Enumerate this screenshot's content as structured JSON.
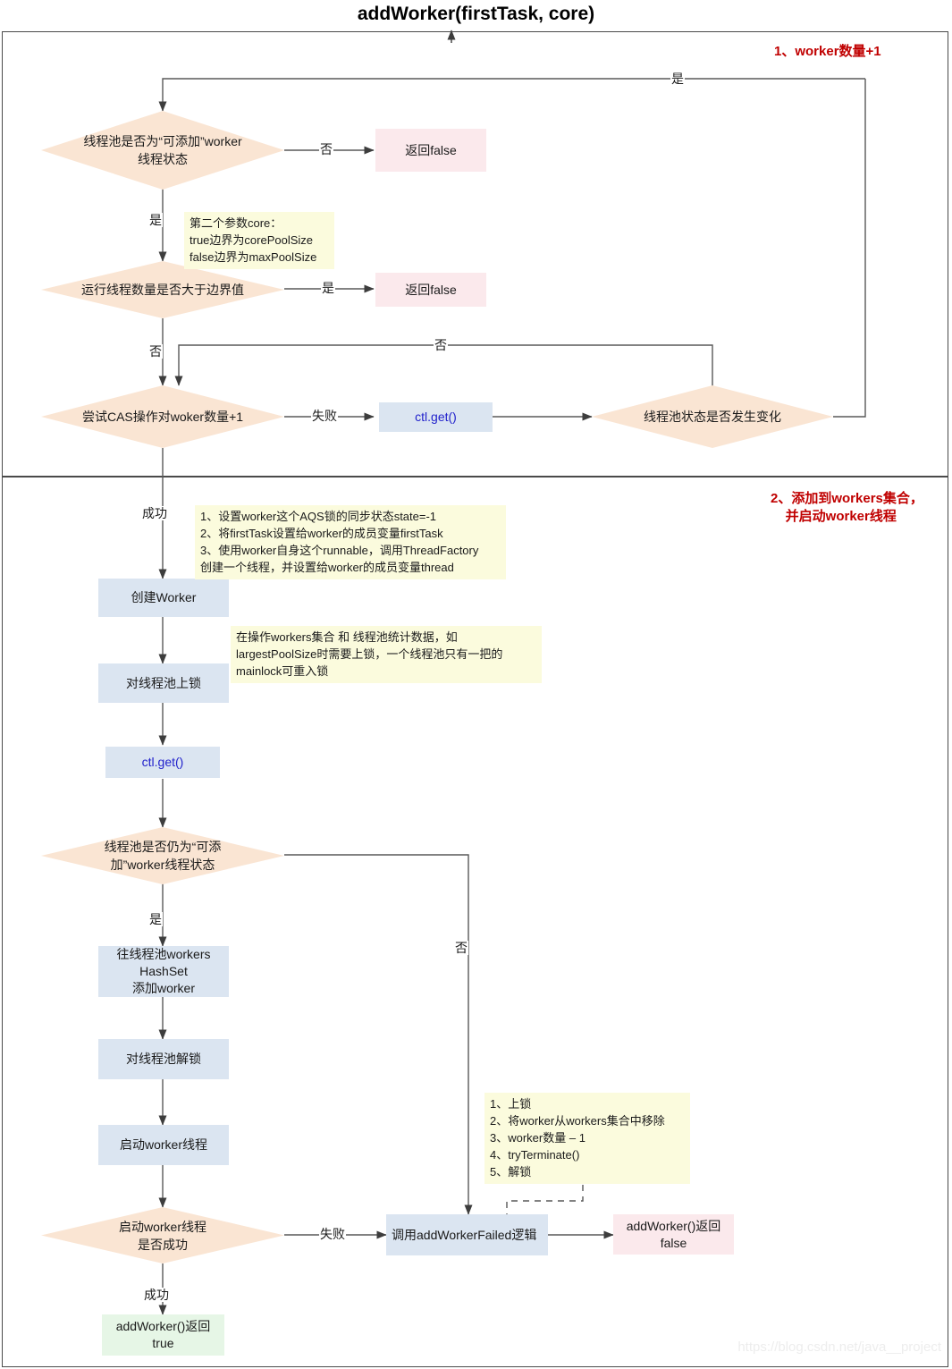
{
  "diagram": {
    "title": "addWorker(firstTask, core)",
    "watermark": "https://blog.csdn.net/java__project",
    "colors": {
      "decision_fill": "#fae5d3",
      "process_fill": "#dbe5f1",
      "return_false_fill": "#fbe9ec",
      "return_true_fill": "#e6f6e6",
      "note_fill": "#fbfbdd",
      "section_label": "#c00000",
      "code_text": "#2222cc",
      "line": "#595959"
    },
    "sections": [
      {
        "id": "section-1",
        "label": "1、worker数量+1"
      },
      {
        "id": "section-2",
        "label": "2、添加到workers集合，\n    并启动worker线程"
      }
    ],
    "nodes": [
      {
        "id": "d1",
        "type": "decision",
        "text": "线程池是否为“可添加”worker\n线程状态"
      },
      {
        "id": "r1",
        "type": "return-false",
        "text": "返回false"
      },
      {
        "id": "d2",
        "type": "decision",
        "text": "运行线程数量是否大于边界值"
      },
      {
        "id": "r2",
        "type": "return-false",
        "text": "返回false"
      },
      {
        "id": "d3",
        "type": "decision",
        "text": "尝试CAS操作对woker数量+1"
      },
      {
        "id": "c1",
        "type": "process-code",
        "text": "ctl.get()"
      },
      {
        "id": "d4",
        "type": "decision",
        "text": "线程池状态是否发生变化"
      },
      {
        "id": "p1",
        "type": "process",
        "text": "创建Worker"
      },
      {
        "id": "p2",
        "type": "process",
        "text": "对线程池上锁"
      },
      {
        "id": "c2",
        "type": "process-code",
        "text": "ctl.get()"
      },
      {
        "id": "d5",
        "type": "decision",
        "text": "线程池是否仍为“可添\n加”worker线程状态"
      },
      {
        "id": "p3",
        "type": "process",
        "text": "往线程池workers\nHashSet\n添加worker"
      },
      {
        "id": "p4",
        "type": "process",
        "text": "对线程池解锁"
      },
      {
        "id": "p5",
        "type": "process",
        "text": "启动worker线程"
      },
      {
        "id": "d6",
        "type": "decision",
        "text": "启动worker线程\n是否成功"
      },
      {
        "id": "p6",
        "type": "process",
        "text": "调用addWorkerFailed逻辑"
      },
      {
        "id": "r3",
        "type": "return-false",
        "text": "addWorker()返回\nfalse"
      },
      {
        "id": "r4",
        "type": "return-true",
        "text": "addWorker()返回\ntrue"
      }
    ],
    "notes": [
      {
        "id": "note1",
        "text": "第二个参数core：\ntrue边界为corePoolSize\nfalse边界为maxPoolSize"
      },
      {
        "id": "note2",
        "text": "1、设置worker这个AQS锁的同步状态state=-1\n2、将firstTask设置给worker的成员变量firstTask\n3、使用worker自身这个runnable，调用ThreadFactory\n创建一个线程，并设置给worker的成员变量thread"
      },
      {
        "id": "note3",
        "text": "在操作workers集合 和 线程池统计数据，如\nlargestPoolSize时需要上锁，一个线程池只有一把的\nmainlock可重入锁"
      },
      {
        "id": "note4",
        "text": "1、上锁\n2、将worker从workers集合中移除\n3、worker数量 – 1\n4、tryTerminate()\n5、解锁"
      }
    ],
    "edge_labels": [
      {
        "id": "e-top-yes",
        "text": "是"
      },
      {
        "id": "e-d1-no",
        "text": "否"
      },
      {
        "id": "e-d1-yes",
        "text": "是"
      },
      {
        "id": "e-d2-yes",
        "text": "是"
      },
      {
        "id": "e-d2-no",
        "text": "否"
      },
      {
        "id": "e-d4-no",
        "text": "否"
      },
      {
        "id": "e-d3-fail",
        "text": "失败"
      },
      {
        "id": "e-d3-ok",
        "text": "成功"
      },
      {
        "id": "e-d5-yes",
        "text": "是"
      },
      {
        "id": "e-d5-no",
        "text": "否"
      },
      {
        "id": "e-d6-fail",
        "text": "失败"
      },
      {
        "id": "e-d6-ok",
        "text": "成功"
      }
    ]
  }
}
